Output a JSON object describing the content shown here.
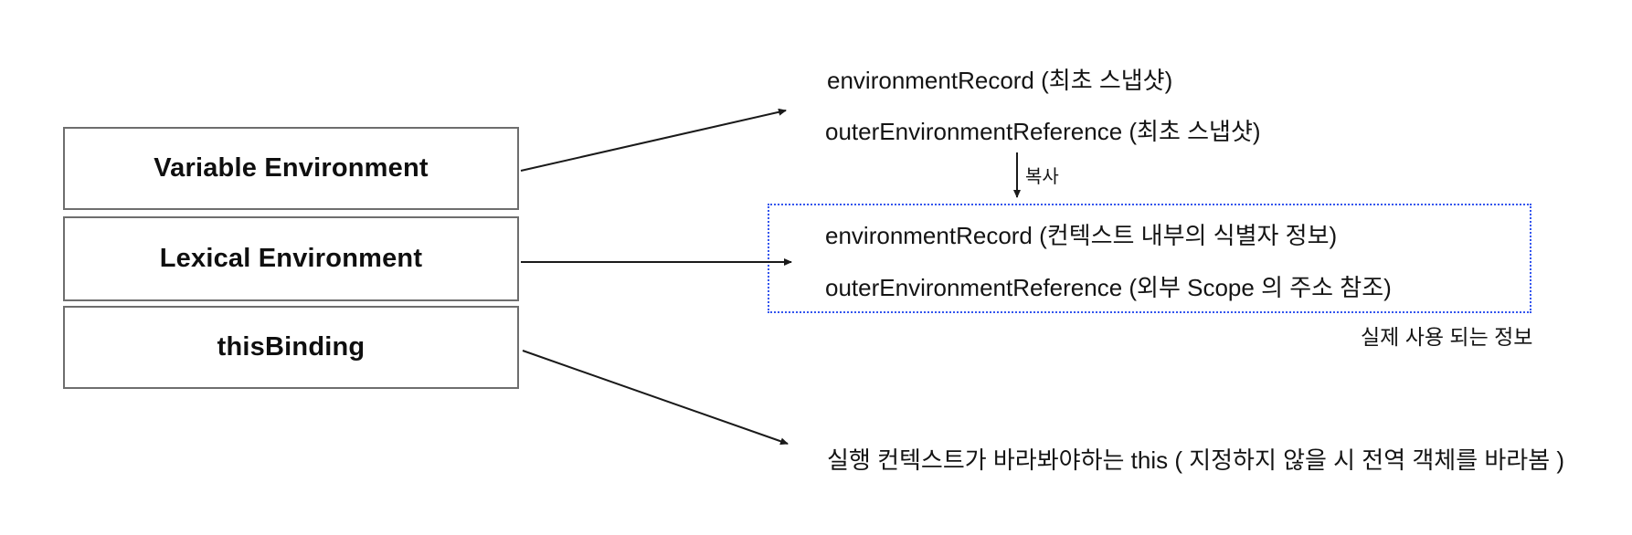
{
  "diagram": {
    "title_hint": "JavaScript execution context structure",
    "left_stack": {
      "boxes": [
        {
          "id": "variable-environment",
          "label": "Variable Environment"
        },
        {
          "id": "lexical-environment",
          "label": "Lexical Environment"
        },
        {
          "id": "this-binding",
          "label": "thisBinding"
        }
      ]
    },
    "snapshot": {
      "lines": [
        "environmentRecord (최초 스냅샷)",
        "outerEnvironmentReference (최초 스냅샷)"
      ]
    },
    "copy_arrow_label": "복사",
    "active_info": {
      "lines": [
        "environmentRecord (컨텍스트 내부의 식별자 정보)",
        "outerEnvironmentReference (외부 Scope 의 주소 참조)"
      ],
      "caption": "실제 사용 되는 정보"
    },
    "this_note": "실행 컨텍스트가 바라봐야하는 this ( 지정하지 않을 시 전역 객체를 바라봄 )"
  },
  "colors": {
    "background": "#ffffff",
    "box_border": "#6e6e6e",
    "active_box_border": "#3355ee",
    "arrow": "#1a1a1a",
    "text": "#141414"
  }
}
